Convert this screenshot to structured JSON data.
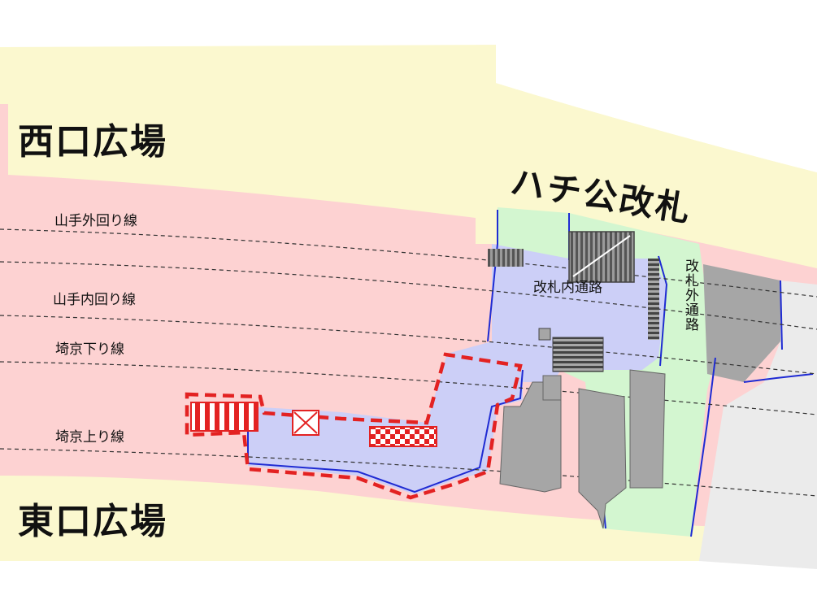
{
  "plazas": {
    "west": "西口広場",
    "east": "東口広場"
  },
  "gate": "ハチ公改札",
  "tracks": [
    "山手外回り線",
    "山手内回り線",
    "埼京下り線",
    "埼京上り線"
  ],
  "passages": {
    "inside": "改札内通路",
    "outside": "改札外通路"
  },
  "colors": {
    "plaza": "#fbf8cf",
    "track_area": "#fdd2d2",
    "inside_passage": "#cccff7",
    "outside_passage": "#d3f6d0",
    "building": "#a6a6a6",
    "planned_outline": "#e32222",
    "wall_line": "#1f2bd3"
  }
}
